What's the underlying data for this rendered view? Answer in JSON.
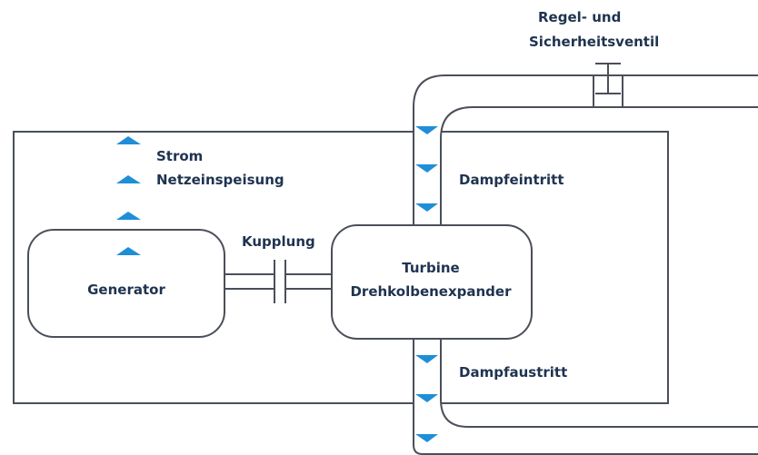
{
  "labels": {
    "valve_line1": "Regel- und",
    "valve_line2": "Sicherheitsventil",
    "power_line1": "Strom",
    "power_line2": "Netzeinspeisung",
    "steam_in": "Dampfeintritt",
    "coupling": "Kupplung",
    "generator": "Generator",
    "turbine_line1": "Turbine",
    "turbine_line2": "Drehkolbenexpander",
    "steam_out": "Dampfaustritt"
  },
  "colors": {
    "line": "#4a4f59",
    "text": "#1f3350",
    "arrow_up": "#1f8ed8",
    "arrow_down": "#1f8ed8"
  }
}
